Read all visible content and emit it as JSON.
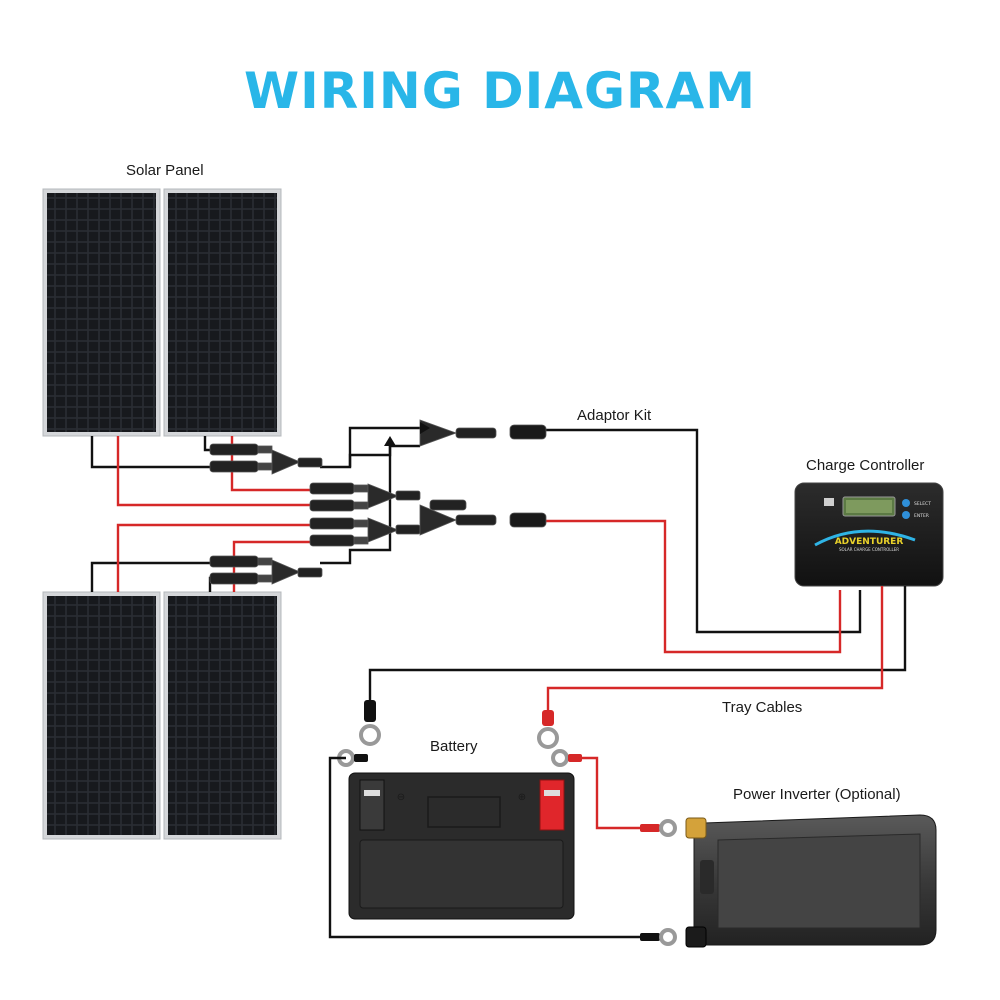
{
  "title": "WIRING DIAGRAM",
  "labels": {
    "solar_panel": "Solar Panel",
    "adaptor_kit": "Adaptor Kit",
    "charge_controller": "Charge Controller",
    "tray_cables": "Tray Cables",
    "battery": "Battery",
    "power_inverter": "Power Inverter (Optional)"
  },
  "controller": {
    "brand": "ADVENTURER",
    "subtitle": "SOLAR CHARGE CONTROLLER",
    "button_top": "SELECT",
    "button_bottom": "ENTER"
  },
  "colors": {
    "title": "#29b6e8",
    "positive_wire": "#d62828",
    "negative_wire": "#111111",
    "panel_cell": "#1d1f24",
    "panel_frame": "#c9ccd0",
    "controller_body": "#1c1c1c",
    "battery_body": "#2b2b2b",
    "battery_positive": "#e0262b",
    "inverter_body": "#3a3a3a"
  }
}
